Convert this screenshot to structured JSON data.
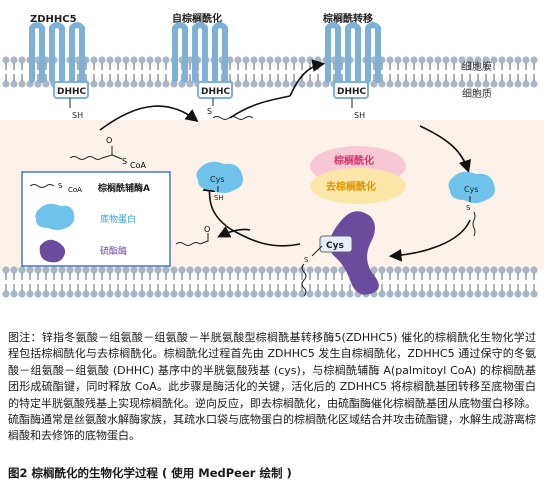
{
  "labels": {
    "zdhhc5": "ZDHHC5",
    "autopalm": "自棕榈酰化",
    "transfer": "棕榈酰转移",
    "membrane": "细胞膜",
    "cytoplasm": "细胞质",
    "dhhc": "DHHC",
    "sh": "SH",
    "s": "S",
    "coa": "CoA",
    "cys": "Cys",
    "palmitoylation": "棕榈酰化",
    "depalmitoylation": "去棕榈酰化",
    "o": "O"
  },
  "legend": {
    "palmitoyl_coa": "棕榈酰辅酶A",
    "substrate": "底物蛋白",
    "thioesterase": "硫酯酶"
  },
  "colors": {
    "membrane_head": "#a9b6c6",
    "tail": "#5a6675",
    "enzyme": "#7db2d6",
    "substrate": "#6fc3ea",
    "thioesterase": "#6b4b9c",
    "palm_ellipse": "#f7c9d7",
    "depalm_ellipse": "#fbe7a3",
    "palm_text": "#d6336c",
    "depalm_text": "#e09300",
    "cytoplasm_band": "#fcf2ea",
    "legend_text_substrate": "#2e9fd8",
    "legend_text_thio": "#6b4b9c"
  },
  "caption": {
    "text": "图注：锌指冬氨酸－组氨酸－组氨酸－半胱氨酸型棕榈酰基转移酶5(ZDHHC5) 催化的棕榈酰化生物化学过程包括棕榈酰化与去棕榈酰化。棕榈酰化过程首先由 ZDHHC5 发生自棕榈酰化，ZDHHC5 通过保守的冬氨酸－组氨酸－组氨酸 (DHHC) 基序中的半胱氨酸残基 (cys)，与棕榈酰辅酶 A(palmitoyl CoA) 的棕榈酰基团形成硫酯键，同时释放 CoA。此步骤是酶活化的关键，活化后的 ZDHHC5 将棕榈酰基团转移至底物蛋白的特定半胱氨酸残基上实现棕榈酰化。逆向反应，即去棕榈酰化，由硫酯酶催化棕榈酰基团从底物蛋白移除。硫酯酶通常是丝氨酸水解酶家族，其疏水口袋与底物蛋白的棕榈酰化区域结合并攻击硫酯键，水解生成游离棕榈酸和去修饰的底物蛋白。",
    "figure_label": "图2  棕榈酰化的生物化学过程 ( 使用 MedPeer 绘制 )"
  }
}
